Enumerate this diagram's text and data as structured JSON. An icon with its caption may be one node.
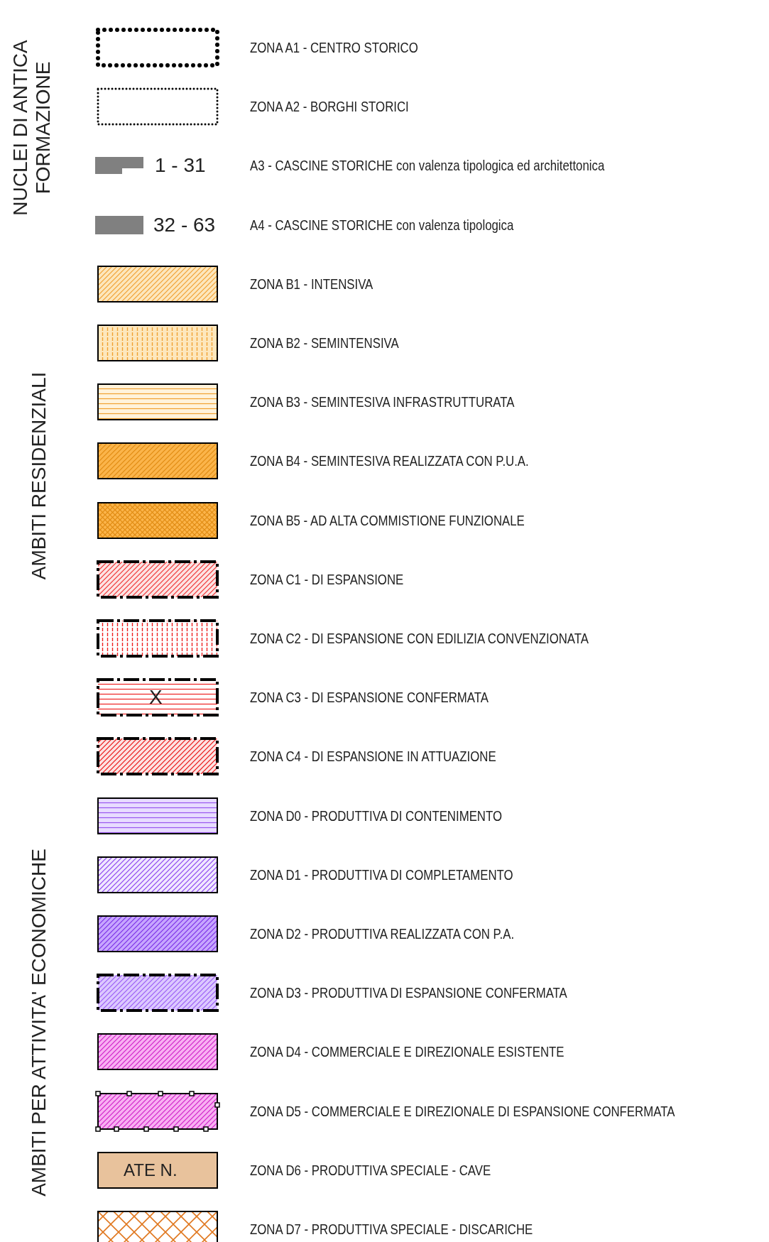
{
  "diagram": {
    "labels": [
      "NUCLEI DI ANTICA FORMAZIONE",
      "1 - 31",
      "32 - 63",
      "AMBITI RESIDENZIALI",
      "X",
      "AMBITI PER ATTIVITA' ECONOMICHE",
      "ATE N."
    ],
    "legend": [
      {
        "text": "ZONA A1 - CENTRO STORICO"
      },
      {
        "text": "ZONA A2 - BORGHI STORICI"
      },
      {
        "text": "A3 - CASCINE STORICHE con valenza tipologica ed architettonica"
      },
      {
        "text": "A4 - CASCINE STORICHE con valenza tipologica",
        "color": "#808080"
      },
      {
        "text": "ZONA B1 - INTENSIVA"
      },
      {
        "text": "ZONA B2 - SEMINTENSIVA"
      },
      {
        "text": "ZONA B3 - SEMINTESIVA INFRASTRUTTURATA"
      },
      {
        "text": "ZONA B4 - SEMINTESIVA REALIZZATA CON P.U.A."
      },
      {
        "text": "ZONA B5 - AD ALTA COMMISTIONE FUNZIONALE"
      },
      {
        "text": "ZONA C1 - DI ESPANSIONE"
      },
      {
        "text": "ZONA C2 - DI ESPANSIONE CON EDILIZIA CONVENZIONATA"
      },
      {
        "text": "ZONA C3 - DI ESPANSIONE CONFERMATA"
      },
      {
        "text": "ZONA C4 - DI ESPANSIONE IN ATTUAZIONE"
      },
      {
        "text": "ZONA D0 - PRODUTTIVA DI CONTENIMENTO"
      },
      {
        "text": "ZONA D1 - PRODUTTIVA DI COMPLETAMENTO"
      },
      {
        "text": "ZONA D2 - PRODUTTIVA REALIZZATA CON P.A."
      },
      {
        "text": "ZONA D3 - PRODUTTIVA DI ESPANSIONE CONFERMATA"
      },
      {
        "text": "ZONA D4 - COMMERCIALE E DIREZIONALE ESISTENTE"
      },
      {
        "text": "ZONA D5 - COMMERCIALE E DIREZIONALE DI ESPANSIONE CONFERMATA"
      },
      {
        "text": "ZONA D6 - PRODUTTIVA SPECIALE - CAVE",
        "color": "#e8c29c"
      },
      {
        "text": "ZONA D7 - PRODUTTIVA SPECIALE - DISCARICHE"
      }
    ]
  }
}
